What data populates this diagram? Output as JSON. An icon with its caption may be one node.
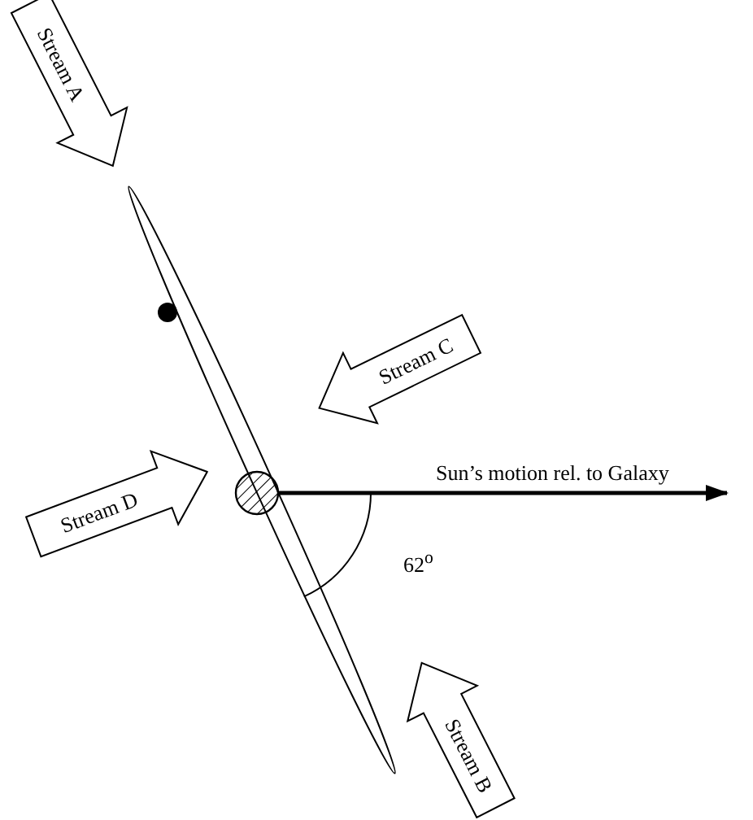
{
  "diagram": {
    "nodes": [
      {
        "text": [],
        "shape": "ellipse"
      },
      {
        "text": [],
        "shape": "circle"
      }
    ],
    "edges": [
      {
        "from": null,
        "to": 0,
        "arrow": "to",
        "label": "Stream A"
      },
      {
        "from": null,
        "to": 0,
        "arrow": "to",
        "label": "Stream C"
      },
      {
        "from": 1,
        "to": null,
        "arrow": "to",
        "label": "Sun’s motion rel. to Galaxy"
      },
      {
        "from": null,
        "to": 0,
        "arrow": "to",
        "label": "Stream D"
      },
      {
        "from": null,
        "to": 0,
        "arrow": "to",
        "label": "Stream B"
      }
    ],
    "labels": [
      "62$^{o}$"
    ]
  }
}
